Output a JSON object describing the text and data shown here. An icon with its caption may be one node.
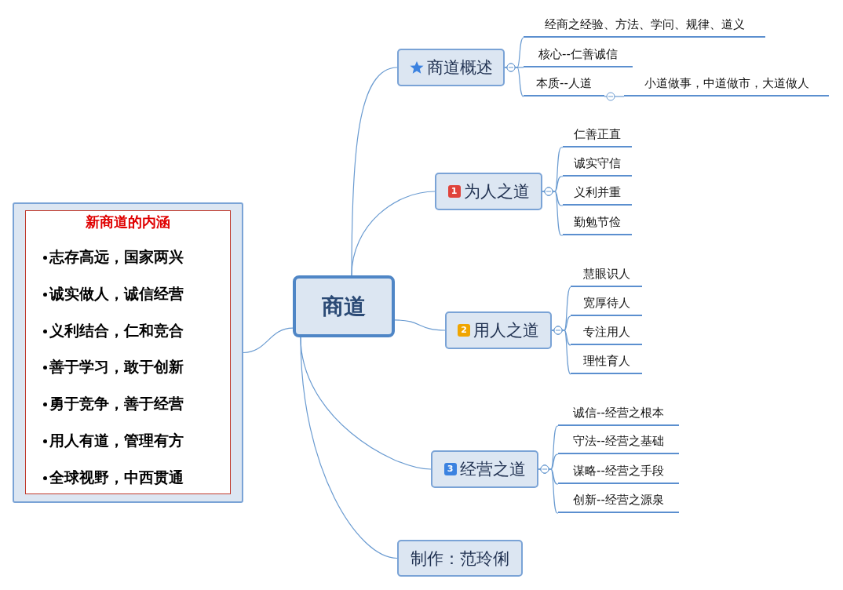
{
  "diagram": {
    "nodes": [
      {
        "text": [
          "商道"
        ]
      },
      {
        "text": [
          "商道概述"
        ]
      },
      {
        "text": [
          "经商之经验、方法、学问、规律、道义"
        ]
      },
      {
        "text": [
          "核心--仁善诚信"
        ]
      },
      {
        "text": [
          "本质--人道"
        ]
      },
      {
        "text": [
          "小道做事，中道做市，大道做人"
        ]
      },
      {
        "text": [
          "1",
          "为人之道"
        ]
      },
      {
        "text": [
          "仁善正直"
        ]
      },
      {
        "text": [
          "诚实守信"
        ]
      },
      {
        "text": [
          "义利并重"
        ]
      },
      {
        "text": [
          "勤勉节俭"
        ]
      },
      {
        "text": [
          "2",
          "用人之道"
        ]
      },
      {
        "text": [
          "慧眼识人"
        ]
      },
      {
        "text": [
          "宽厚待人"
        ]
      },
      {
        "text": [
          "专注用人"
        ]
      },
      {
        "text": [
          "理性育人"
        ]
      },
      {
        "text": [
          "3",
          "经营之道"
        ]
      },
      {
        "text": [
          "诚信--经营之根本"
        ]
      },
      {
        "text": [
          "守法--经营之基础"
        ]
      },
      {
        "text": [
          "谋略--经营之手段"
        ]
      },
      {
        "text": [
          "创新--经营之源泉"
        ]
      },
      {
        "text": [
          "制作：范玲俐"
        ]
      },
      {
        "text": [
          "新商道的内涵",
          "志存高远，国家两兴",
          "诚实做人，诚信经营",
          "义利结合，仁和竞合",
          "善于学习，敢于创新",
          "勇于竞争，善于经营",
          "用人有道，管理有方",
          "全球视野，中西贯通"
        ]
      }
    ],
    "edges": [
      {
        "from": 0,
        "to": 1,
        "arrow": "none"
      },
      {
        "from": 0,
        "to": 6,
        "arrow": "none"
      },
      {
        "from": 0,
        "to": 11,
        "arrow": "none"
      },
      {
        "from": 0,
        "to": 16,
        "arrow": "none"
      },
      {
        "from": 0,
        "to": 21,
        "arrow": "none"
      },
      {
        "from": 0,
        "to": 22,
        "arrow": "none"
      },
      {
        "from": 1,
        "to": 2,
        "arrow": "other"
      },
      {
        "from": 1,
        "to": 3,
        "arrow": "other"
      },
      {
        "from": 1,
        "to": 4,
        "arrow": "other"
      },
      {
        "from": 4,
        "to": 5,
        "arrow": "other"
      },
      {
        "from": 6,
        "to": 7,
        "arrow": "other"
      },
      {
        "from": 6,
        "to": 8,
        "arrow": "other"
      },
      {
        "from": 6,
        "to": 9,
        "arrow": "other"
      },
      {
        "from": 6,
        "to": 10,
        "arrow": "other"
      },
      {
        "from": 11,
        "to": 12,
        "arrow": "other"
      },
      {
        "from": 11,
        "to": 13,
        "arrow": "other"
      },
      {
        "from": 11,
        "to": 14,
        "arrow": "other"
      },
      {
        "from": 11,
        "to": 15,
        "arrow": "other"
      },
      {
        "from": 16,
        "to": 17,
        "arrow": "other"
      },
      {
        "from": 16,
        "to": 18,
        "arrow": "other"
      },
      {
        "from": 16,
        "to": 19,
        "arrow": "other"
      },
      {
        "from": 16,
        "to": 20,
        "arrow": "other"
      }
    ]
  }
}
